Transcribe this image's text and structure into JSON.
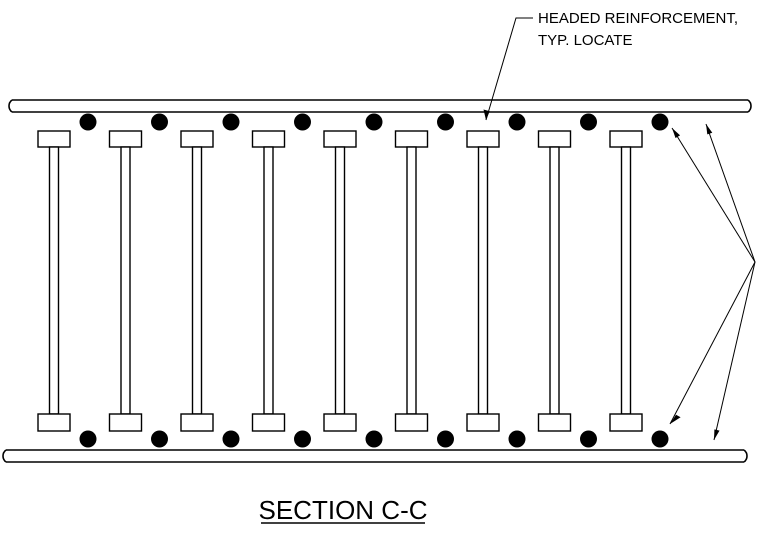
{
  "drawing": {
    "annotation": {
      "line1": "HEADED REINFORCEMENT,",
      "line2": "TYP. LOCATE"
    },
    "section_title": "SECTION C-C",
    "headed_bar_count": 9,
    "top_rebar_count": 9,
    "bottom_rebar_count": 9
  }
}
